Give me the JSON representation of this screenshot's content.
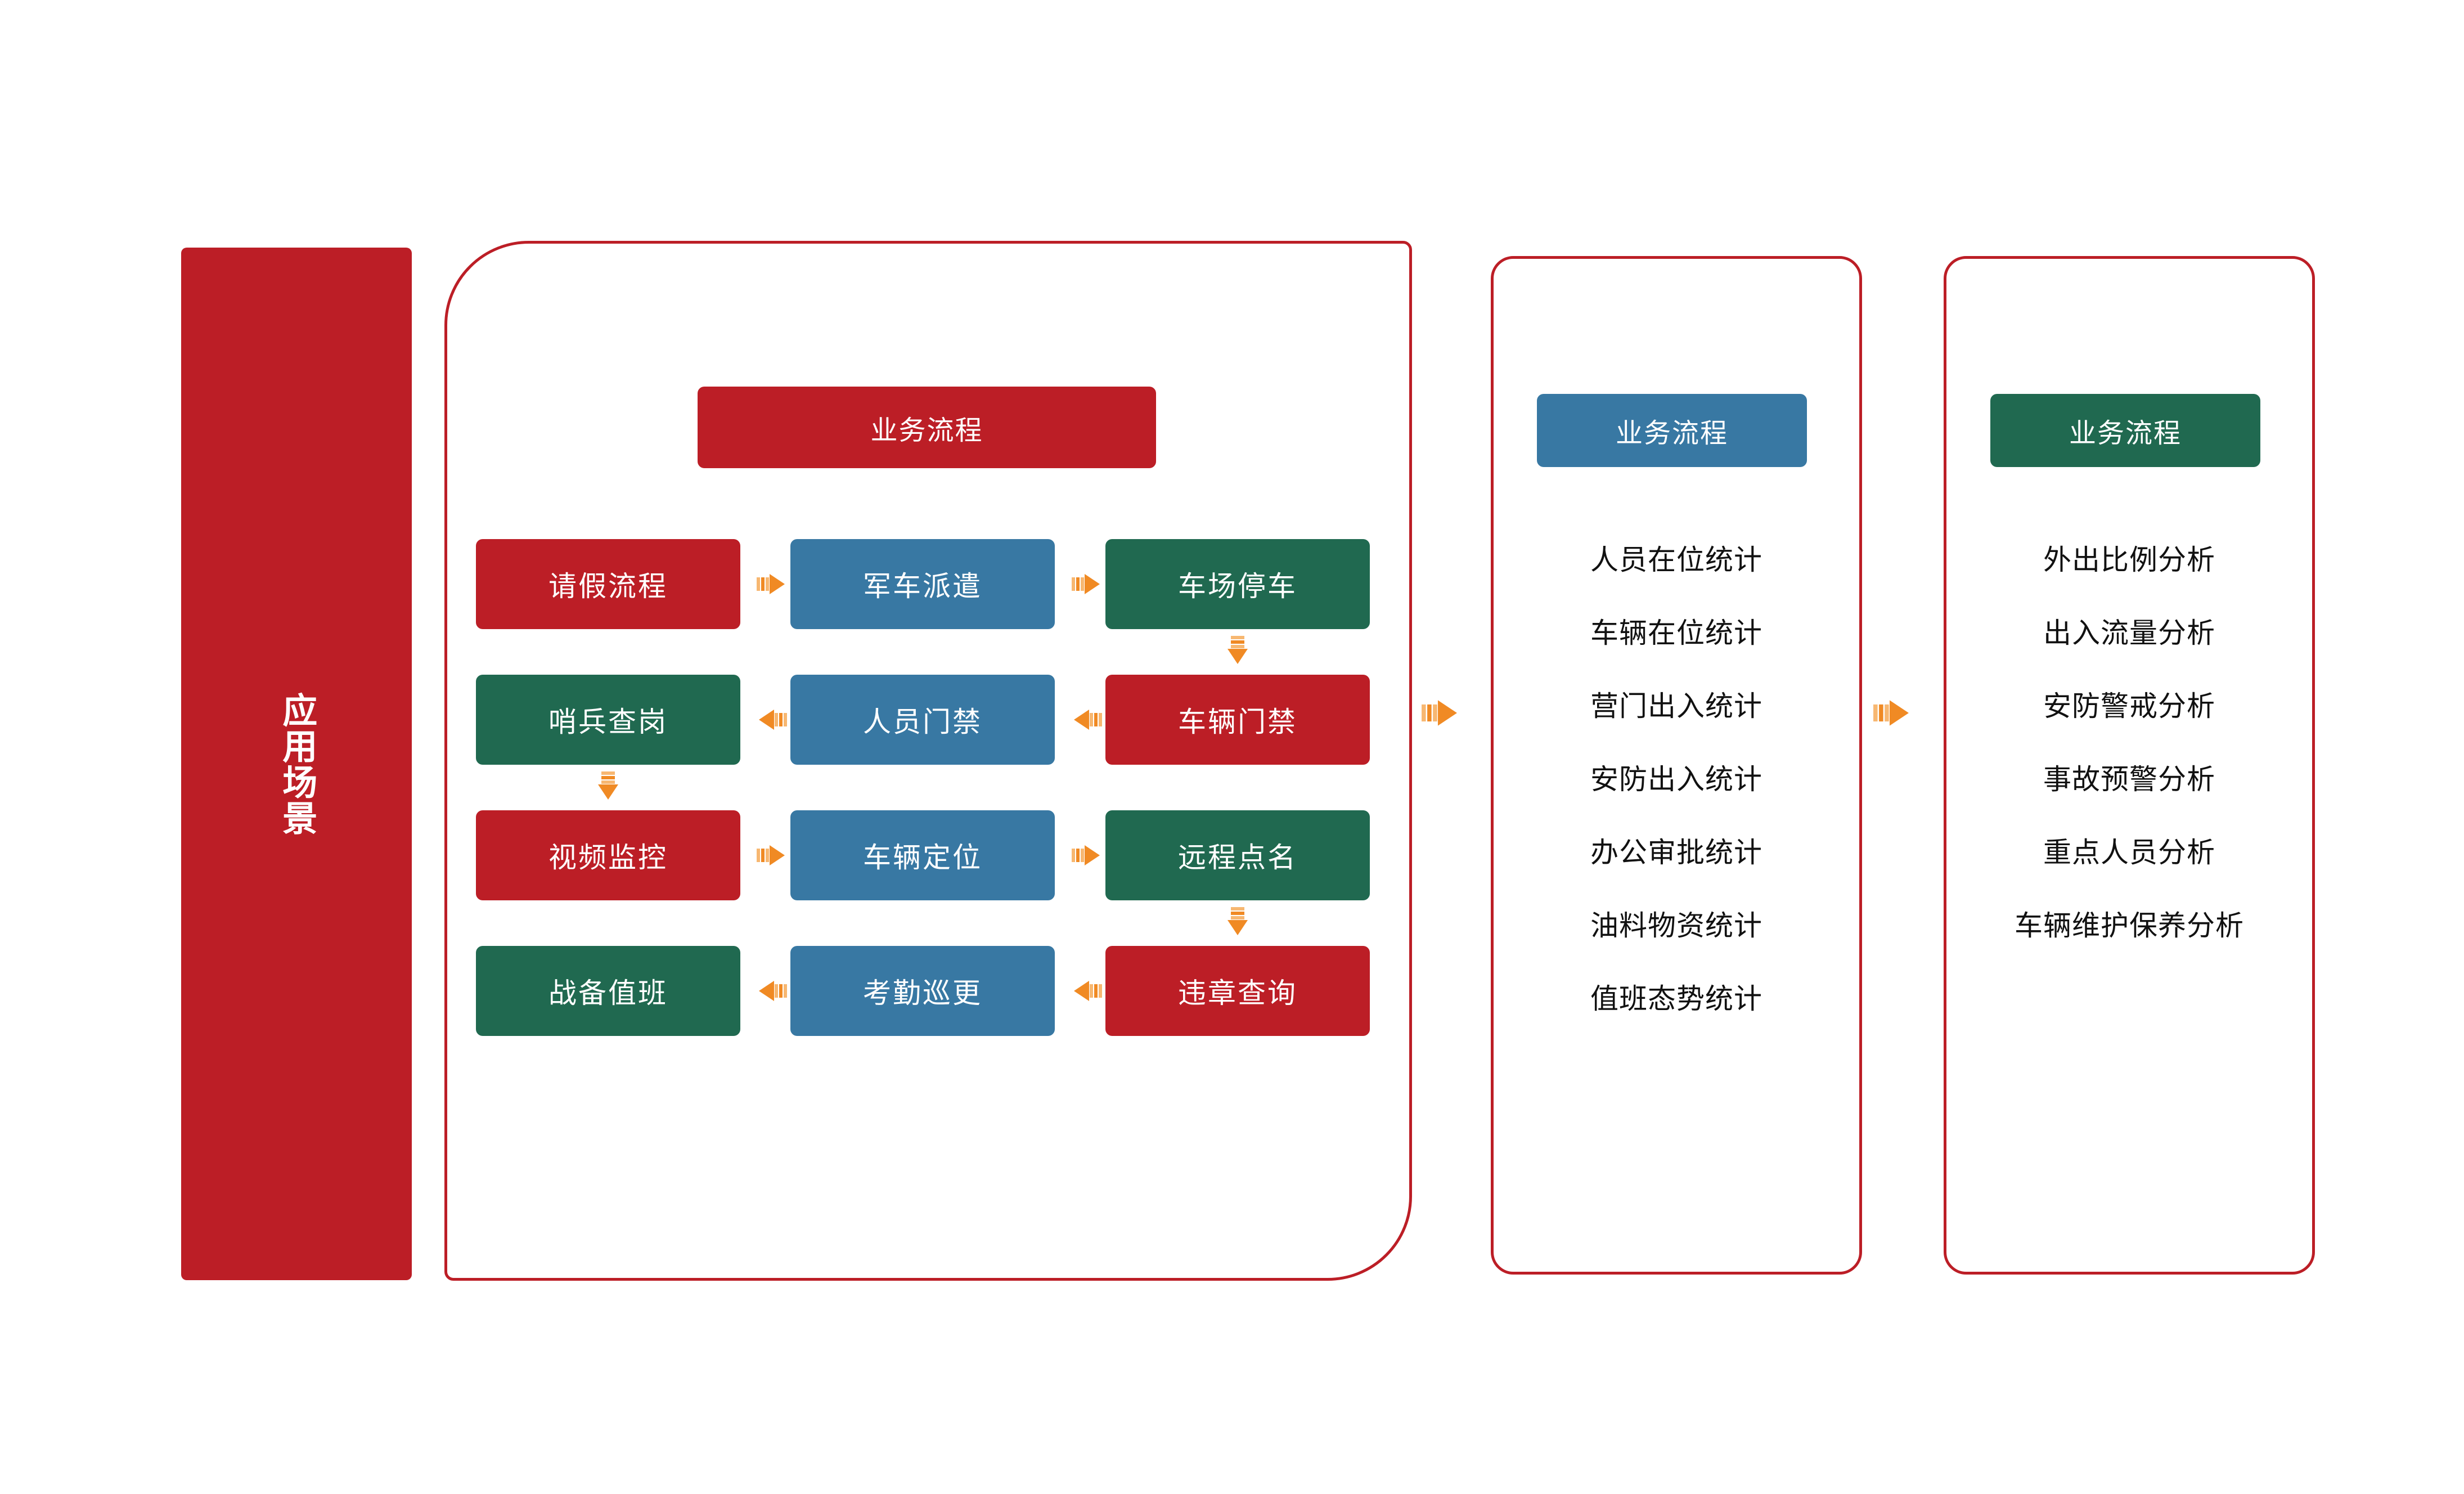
{
  "scenario_panel": {
    "label": "应用场景"
  },
  "main_flow": {
    "header": "业务流程",
    "rows": [
      {
        "direction": "right",
        "cells": [
          {
            "label": "请假流程",
            "color": "red"
          },
          {
            "label": "军车派遣",
            "color": "blue"
          },
          {
            "label": "车场停车",
            "color": "green"
          }
        ]
      },
      {
        "direction": "left",
        "cells": [
          {
            "label": "哨兵查岗",
            "color": "green"
          },
          {
            "label": "人员门禁",
            "color": "blue"
          },
          {
            "label": "车辆门禁",
            "color": "red"
          }
        ]
      },
      {
        "direction": "right",
        "cells": [
          {
            "label": "视频监控",
            "color": "red"
          },
          {
            "label": "车辆定位",
            "color": "blue"
          },
          {
            "label": "远程点名",
            "color": "green"
          }
        ]
      },
      {
        "direction": "left",
        "cells": [
          {
            "label": "战备值班",
            "color": "green"
          },
          {
            "label": "考勤巡更",
            "color": "blue"
          },
          {
            "label": "违章查询",
            "color": "red"
          }
        ]
      }
    ]
  },
  "statistics_panel": {
    "header": "业务流程",
    "items": [
      "人员在位统计",
      "车辆在位统计",
      "营门出入统计",
      "安防出入统计",
      "办公审批统计",
      "油料物资统计",
      "值班态势统计"
    ]
  },
  "analysis_panel": {
    "header": "业务流程",
    "items": [
      "外出比例分析",
      "出入流量分析",
      "安防警戒分析",
      "事故预警分析",
      "重点人员分析",
      "车辆维护保养分析"
    ]
  },
  "colors": {
    "red": "#BC1E26",
    "blue": "#3878A3",
    "green": "#206950",
    "arrow_orange": "#F08A24",
    "arrow_orange_light": "#F7B771",
    "background": "#FFFFFF",
    "text_dark": "#111111"
  },
  "icons": {
    "arrow_right": "arrow-right-icon",
    "arrow_left": "arrow-left-icon",
    "arrow_down": "arrow-down-icon"
  }
}
